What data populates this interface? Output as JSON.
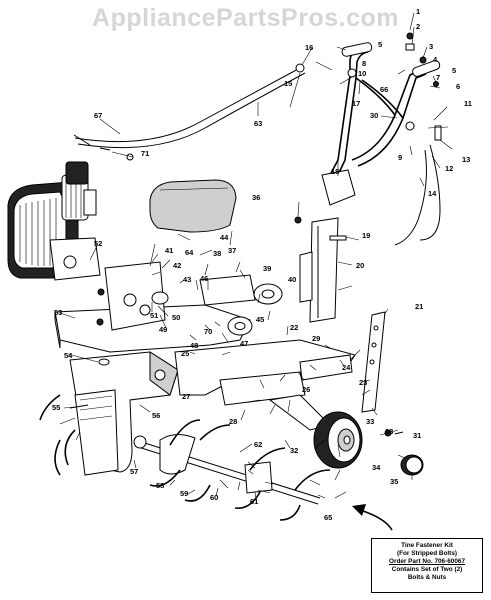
{
  "watermark": "AppliancePartsPros.com",
  "part_labels": [
    "1",
    "2",
    "3",
    "4",
    "5",
    "5",
    "6",
    "7",
    "8",
    "9",
    "10",
    "11",
    "12",
    "13",
    "14",
    "15",
    "16",
    "17",
    "18",
    "19",
    "20",
    "21",
    "22",
    "23",
    "24",
    "25",
    "26",
    "27",
    "28",
    "29",
    "30",
    "31",
    "32",
    "33",
    "34",
    "35",
    "36",
    "37",
    "38",
    "39",
    "40",
    "41",
    "42",
    "43",
    "44",
    "45",
    "46",
    "47",
    "48",
    "49",
    "50",
    "51",
    "52",
    "53",
    "54",
    "55",
    "56",
    "57",
    "58",
    "59",
    "60",
    "61",
    "62",
    "63",
    "64",
    "65",
    "66",
    "67",
    "68",
    "70",
    "71"
  ],
  "note_box": {
    "line1": "Tine Fastener Kit",
    "line2": "(For Stripped Bolts)",
    "line3": "Order Part No. 706-60067",
    "line4": "Contains Set of Two (2)",
    "line5": "Bolts & Nuts"
  }
}
